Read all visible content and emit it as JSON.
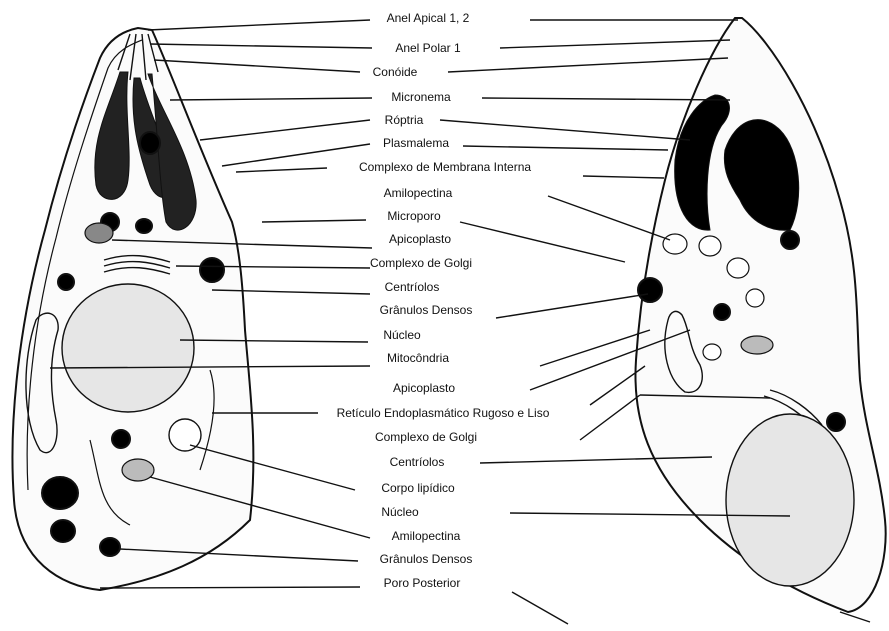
{
  "labels": [
    {
      "text": "Anel Apical 1, 2"
    },
    {
      "text": "Anel Polar 1"
    },
    {
      "text": "Conóide"
    },
    {
      "text": "Micronema"
    },
    {
      "text": "Róptria"
    },
    {
      "text": "Plasmalema"
    },
    {
      "text": "Complexo de Membrana Interna"
    },
    {
      "text": "Amilopectina"
    },
    {
      "text": "Microporo"
    },
    {
      "text": "Apicoplasto"
    },
    {
      "text": "Complexo de Golgi"
    },
    {
      "text": "Centríolos"
    },
    {
      "text": "Grânulos Densos"
    },
    {
      "text": "Núcleo"
    },
    {
      "text": "Mitocôndria"
    },
    {
      "text": "Apicoplasto"
    },
    {
      "text": "Retículo Endoplasmático Rugoso e Liso"
    },
    {
      "text": "Complexo de Golgi"
    },
    {
      "text": "Centríolos"
    },
    {
      "text": "Corpo lipídico"
    },
    {
      "text": "Núcleo"
    },
    {
      "text": "Amilopectina"
    },
    {
      "text": "Grânulos Densos"
    },
    {
      "text": "Poro Posterior"
    }
  ],
  "colors": {
    "ink": "#111111",
    "paper": "#ffffff",
    "stipple": "#444444"
  }
}
